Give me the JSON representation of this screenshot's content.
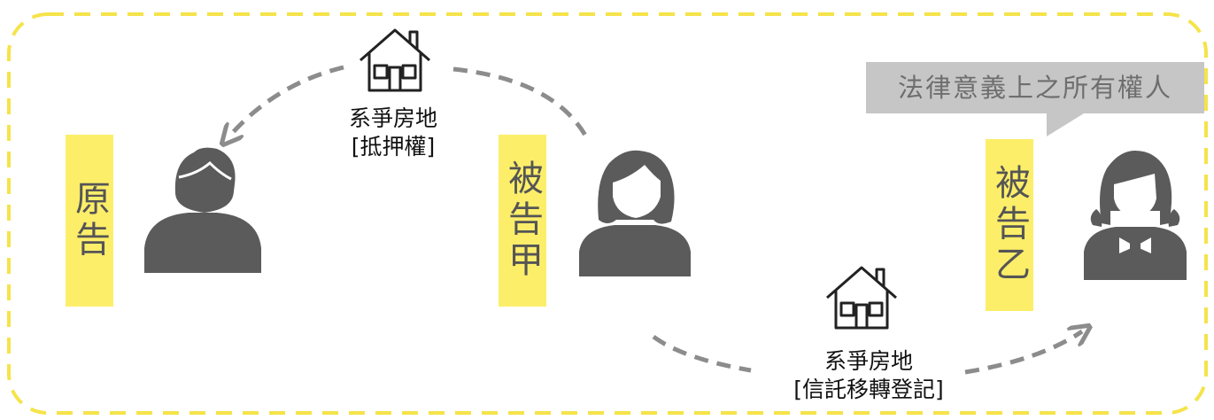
{
  "parties": {
    "plaintiff": "原告",
    "defendant_a": "被告甲",
    "defendant_b": "被告乙"
  },
  "transactions": {
    "mortgage": {
      "line1": "系爭房地",
      "line2": "[抵押權]"
    },
    "trust_transfer": {
      "line1": "系爭房地",
      "line2": "[信託移轉登記]"
    }
  },
  "callout": {
    "text": "法律意義上之所有權人"
  },
  "colors": {
    "frame_dash": "#f5e34a",
    "label_bg": "#fdee6a",
    "person_fill": "#5b5b5b",
    "arrow": "#8c8c8c",
    "bubble_bg": "#c6c6c6"
  }
}
